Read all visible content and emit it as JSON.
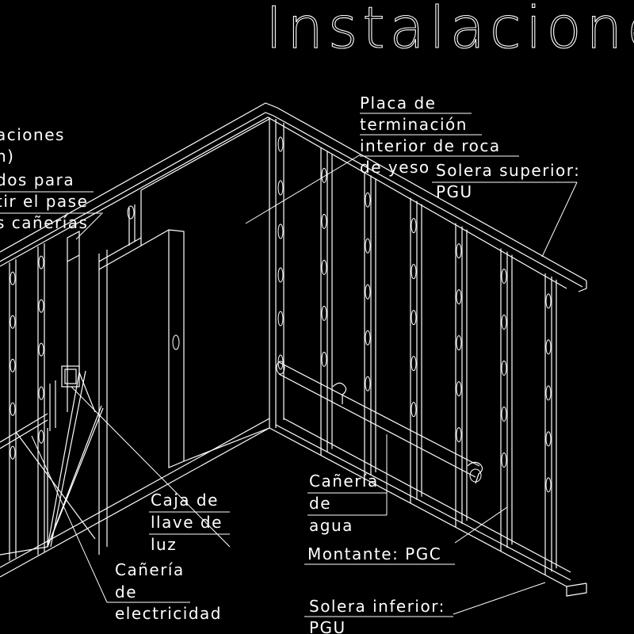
{
  "title": "Instalacione",
  "labels": {
    "placa": [
      "Placa de",
      "terminación",
      "interior de roca",
      "de yeso"
    ],
    "solera_superior": [
      "Solera superior:",
      "PGU"
    ],
    "left_partial": [
      "aciones",
      "n)",
      "dos para",
      "tir el pase",
      "s cañerías"
    ],
    "canieria_agua": [
      "Cañería",
      "de",
      "agua"
    ],
    "caja_llave": [
      "Caja de",
      "llave de",
      "luz"
    ],
    "montante": [
      "Montante: PGC"
    ],
    "canieria_electricidad": [
      "Cañería",
      "de",
      "electricidad"
    ],
    "solera_inferior": [
      "Solera inferior:",
      "PGU"
    ]
  },
  "colors": {
    "background": "#000000",
    "lines": "#ffffff"
  }
}
